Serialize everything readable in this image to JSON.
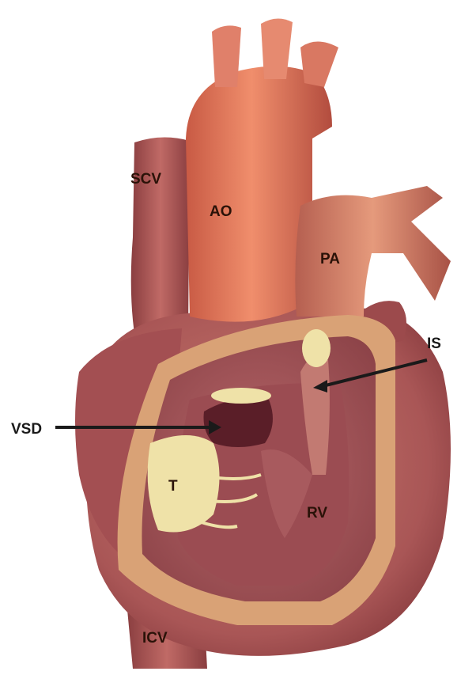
{
  "diagram": {
    "labels": {
      "scv": "SCV",
      "ao": "AO",
      "pa": "PA",
      "is": "IS",
      "vsd": "VSD",
      "t": "T",
      "rv": "RV",
      "icv": "ICV"
    },
    "colors": {
      "background": "#ffffff",
      "tissue": "#b8625c",
      "tissue_dark": "#8e3f3c",
      "tissue_light": "#d98f7e",
      "aorta": "#e07a5c",
      "wall_cut": "#d9a276",
      "cavity": "#a95a58",
      "valve": "#efe2a8",
      "arrow": "#1a1a1a"
    }
  }
}
